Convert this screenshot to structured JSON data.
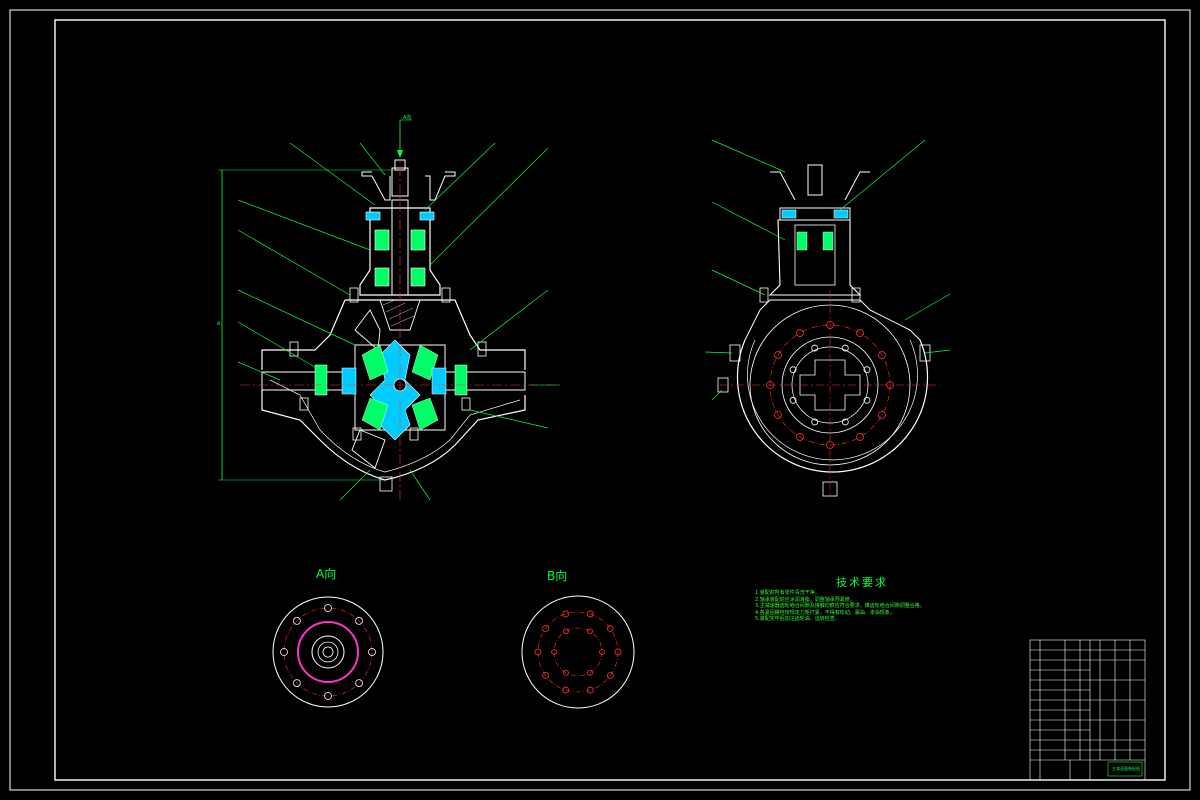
{
  "views": {
    "a_view_label": "A向",
    "b_view_label": "B向",
    "section_arrow_label": "A向"
  },
  "technical_requirements": {
    "title": "技术要求",
    "items": [
      "1.装配前所有零件清洗干净。",
      "2.轴承装配前应涂润滑脂，调整轴承预紧度。",
      "3.主减速器齿轮啮合间隙及接触印痕应符合要求，锥齿轮啮合间隙调整合格。",
      "4.各紧固螺栓按规定力矩拧紧，不得有松动、漏油、渗油现象。",
      "5.装配完毕后加注齿轮油，运转检查。"
    ]
  },
  "title_block": {
    "drawing_name": "主减速器装配图"
  },
  "colors": {
    "outline": "#ffffff",
    "leader": "#00ff44",
    "section": "#00ffff",
    "hatch": "#00ff66",
    "centerline": "#ff3333",
    "magenta": "#ff33cc",
    "frame": "#ffffff",
    "accent_green": "#00ff44"
  }
}
